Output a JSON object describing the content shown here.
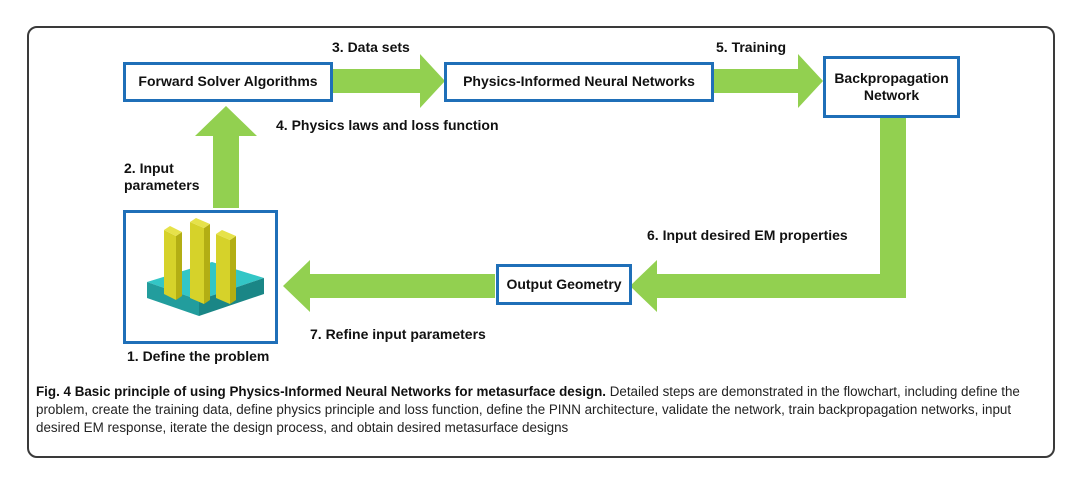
{
  "boxes": {
    "forward_solver": "Forward Solver Algorithms",
    "pinn": "Physics-Informed Neural Networks",
    "backprop_line1": "Backpropagation",
    "backprop_line2": "Network",
    "output_geometry": "Output Geometry"
  },
  "steps": {
    "step1": "1. Define the problem",
    "step2_line1": "2. Input",
    "step2_line2": "parameters",
    "step3": "3. Data sets",
    "step4": "4. Physics laws and loss function",
    "step5": "5. Training",
    "step6": "6. Input desired EM properties",
    "step7": "7. Refine input parameters"
  },
  "caption": {
    "title": "Fig. 4 Basic principle of using Physics-Informed Neural Networks for metasurface design.",
    "body": " Detailed steps are demonstrated in the flowchart, including define the problem, create the training data, define physics principle and loss function, define the PINN architecture, validate the network, train backpropagation networks, input desired EM response, iterate the design process, and obtain desired metasurface designs"
  },
  "colors": {
    "arrow": "#92d050",
    "box_border": "#1f6fb8",
    "slab": "#33c6c6",
    "fin": "#c8c41e"
  }
}
